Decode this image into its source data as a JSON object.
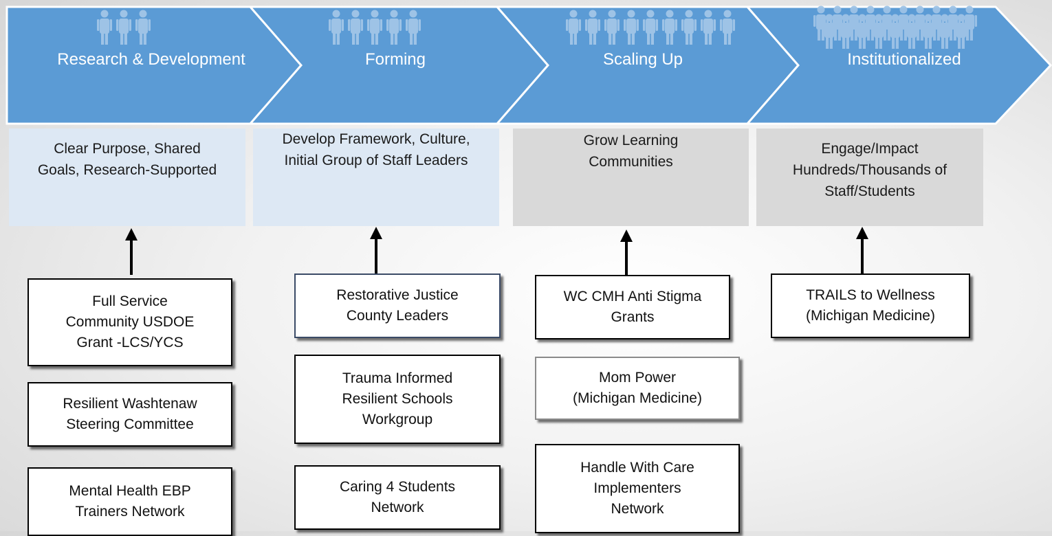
{
  "stages": [
    {
      "label": "Research & Development"
    },
    {
      "label": "Forming"
    },
    {
      "label": "Scaling Up"
    },
    {
      "label": "Institutionalized"
    }
  ],
  "descriptions": [
    "Clear Purpose, Shared\nGoals, Research-Supported",
    "Develop Framework, Culture,\nInitial Group of Staff Leaders",
    "Grow Learning\nCommunities",
    "Engage/Impact\nHundreds/Thousands of\nStaff/Students"
  ],
  "cards": {
    "col1": [
      "Full Service\nCommunity USDOE\nGrant -LCS/YCS",
      "Resilient Washtenaw\nSteering Committee",
      "Mental Health EBP\nTrainers Network"
    ],
    "col2": [
      "Restorative Justice\nCounty Leaders",
      "Trauma Informed\nResilient Schools\nWorkgroup",
      "Caring 4 Students\nNetwork"
    ],
    "col3": [
      "WC CMH Anti Stigma\nGrants",
      "Mom Power\n(Michigan Medicine)",
      "Handle With Care\nImplementers\nNetwork"
    ],
    "col4": [
      "TRAILS to Wellness\n(Michigan Medicine)"
    ]
  },
  "colors": {
    "chevron": "#5b9bd5",
    "chevron_border": "#ffffff",
    "people": "#9ec3e6",
    "desc_blue": "#dde8f4",
    "desc_grey": "#d9d9d9"
  }
}
